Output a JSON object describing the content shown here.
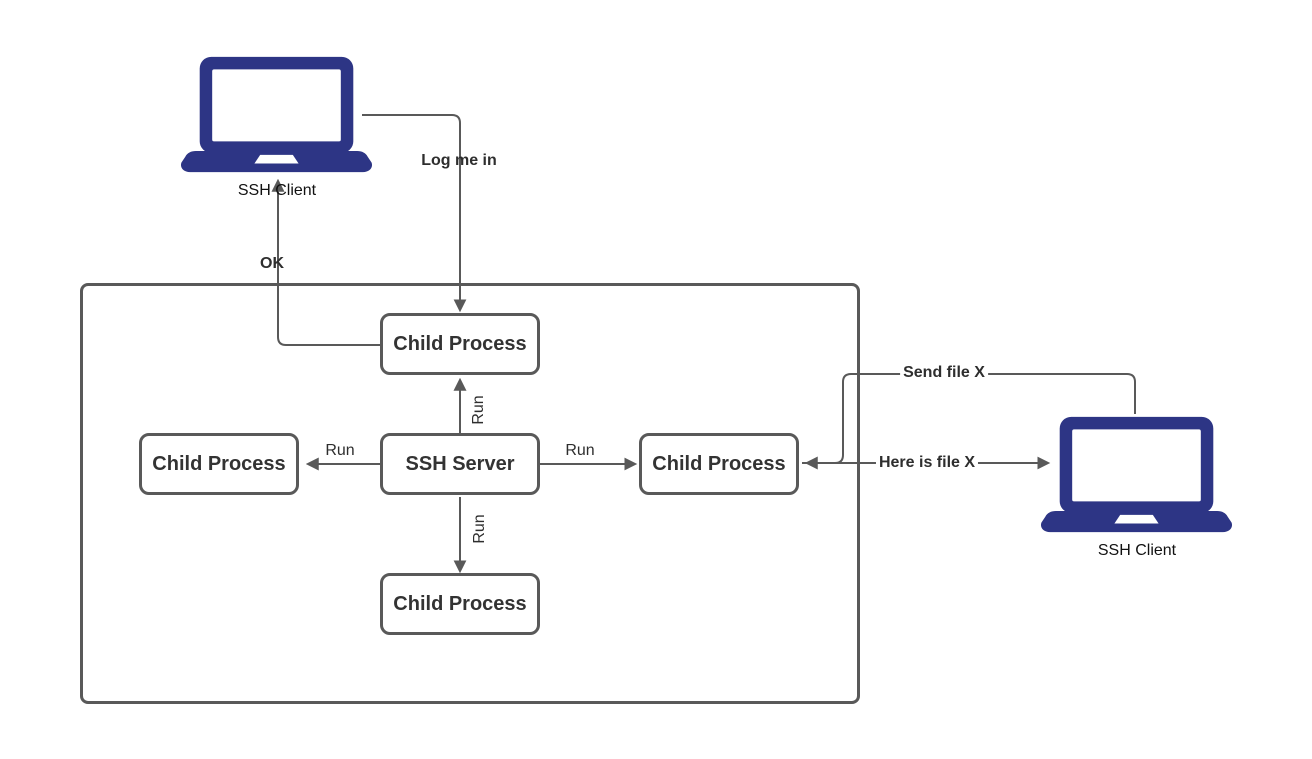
{
  "diagram": {
    "colors": {
      "line": "#595959",
      "box_border": "#595959",
      "box_text": "#333333",
      "label_text": "#2e2e2e",
      "laptop": "#2d3585",
      "background": "#ffffff"
    },
    "nodes": {
      "ssh_server": {
        "label": "SSH Server"
      },
      "child_top": {
        "label": "Child Process"
      },
      "child_left": {
        "label": "Child Process"
      },
      "child_right": {
        "label": "Child Process"
      },
      "child_bottom": {
        "label": "Child Process"
      }
    },
    "clients": {
      "left": {
        "label": "SSH Client",
        "icon": "laptop-icon"
      },
      "right": {
        "label": "SSH Client",
        "icon": "laptop-icon"
      }
    },
    "edges": {
      "log_me_in": {
        "label": "Log me in"
      },
      "ok": {
        "label": "OK"
      },
      "run_left": {
        "label": "Run"
      },
      "run_right": {
        "label": "Run"
      },
      "run_up": {
        "label": "Run"
      },
      "run_down": {
        "label": "Run"
      },
      "send_file": {
        "label": "Send file X"
      },
      "here_is_file": {
        "label": "Here is file X"
      }
    }
  }
}
